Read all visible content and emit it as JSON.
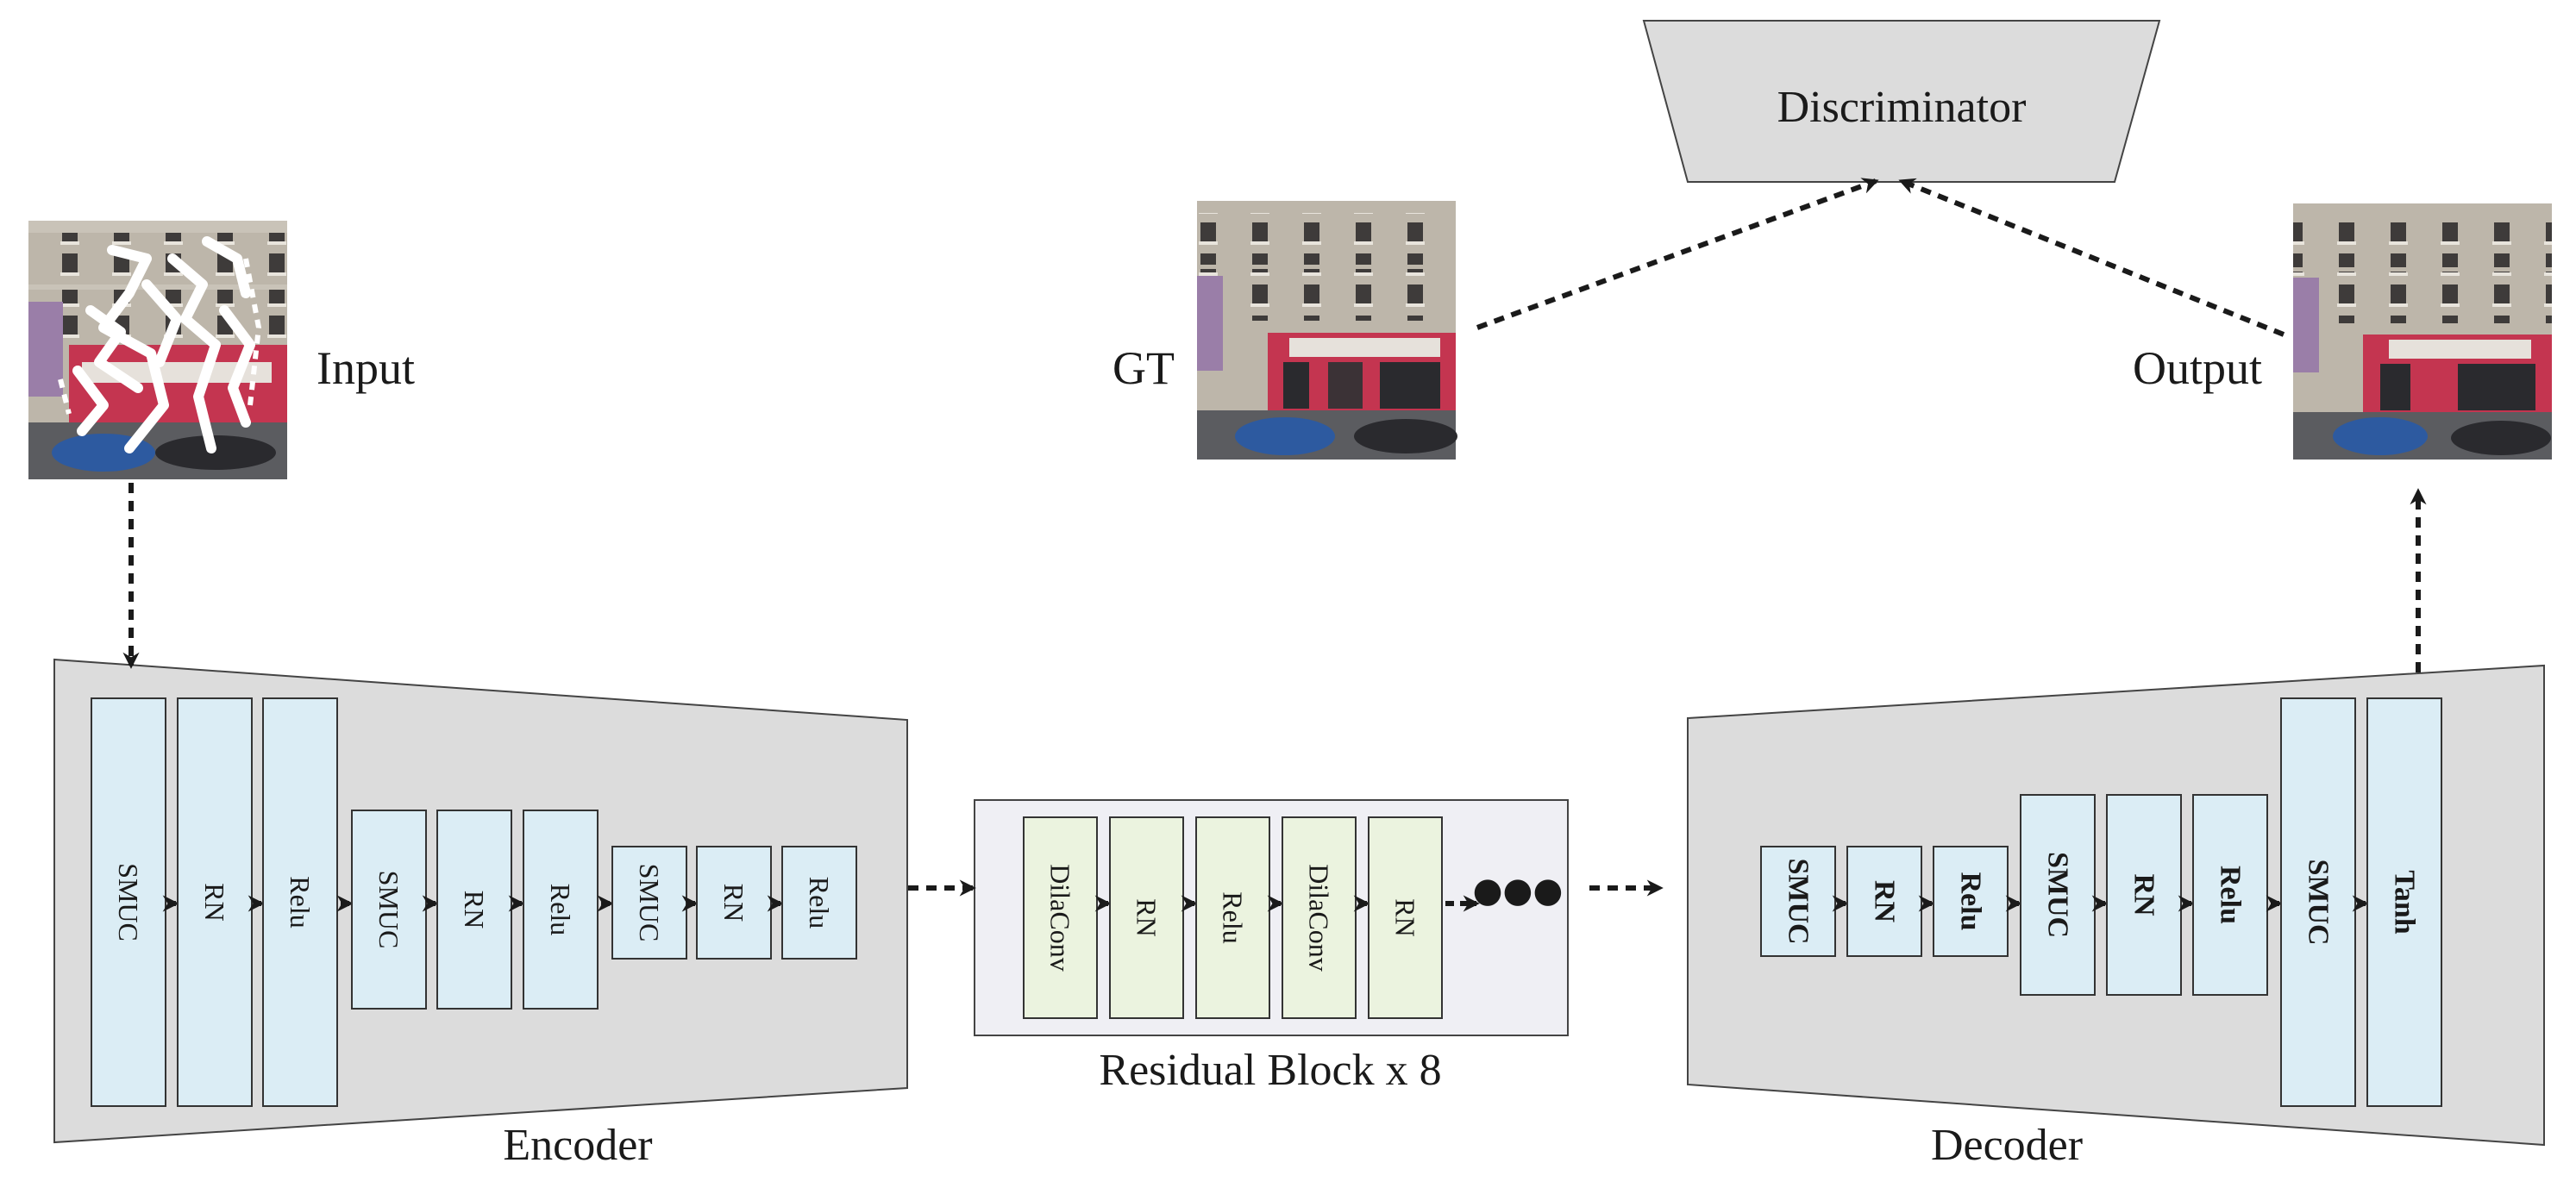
{
  "labels": {
    "input": "Input",
    "gt": "GT",
    "output": "Output",
    "discriminator": "Discriminator",
    "encoder": "Encoder",
    "residual_block": "Residual Block x 8",
    "decoder": "Decoder"
  },
  "encoder_layers": [
    "SMUC",
    "RN",
    "Relu",
    "SMUC",
    "RN",
    "Relu",
    "SMUC",
    "RN",
    "Relu"
  ],
  "residual_layers": [
    "DilaConv",
    "RN",
    "Relu",
    "DilaConv",
    "RN"
  ],
  "residual_ellipsis": "●●●",
  "decoder_layers": [
    "SMUC",
    "RN",
    "Relu",
    "SMUC",
    "RN",
    "Relu",
    "SMUC",
    "Tanh"
  ],
  "colors": {
    "module_fill": "#dcdcdc",
    "encoder_decoder_layer": "#dbedf5",
    "residual_layer": "#ebf3df",
    "residual_panel": "#efeff4",
    "stroke": "#333333",
    "arrow": "#1a1a1a"
  }
}
